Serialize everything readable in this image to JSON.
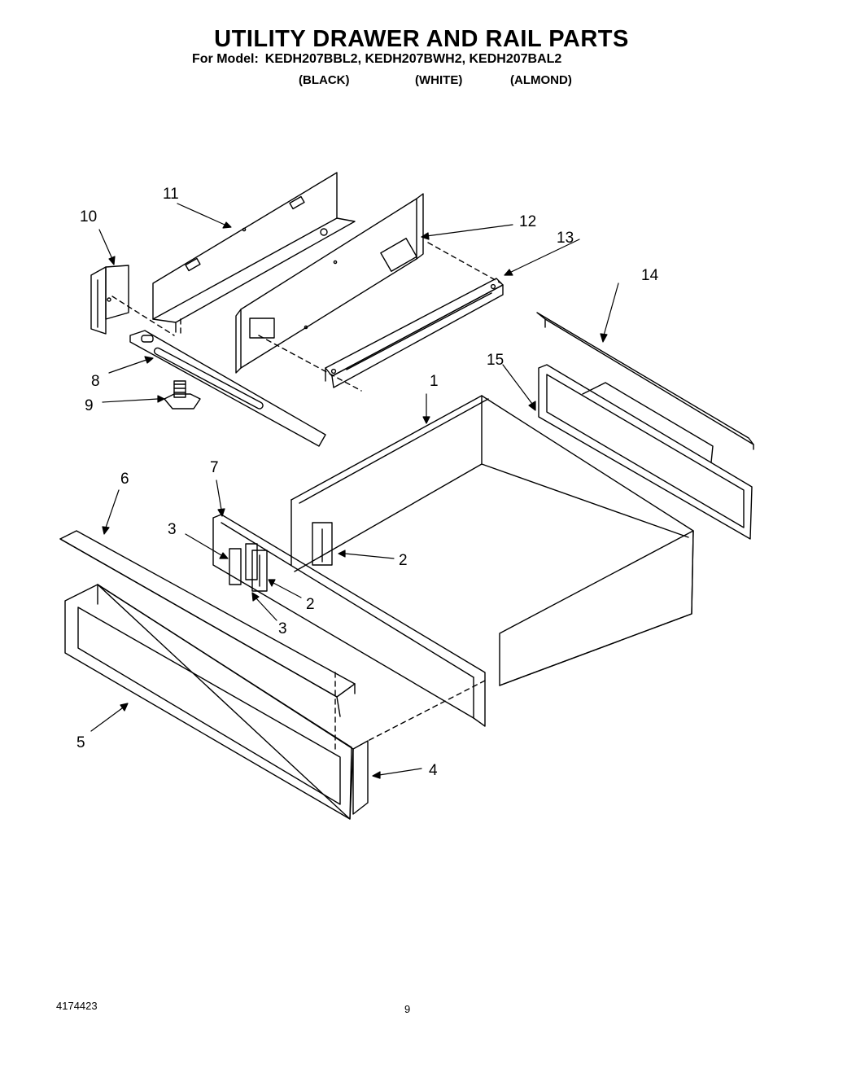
{
  "header": {
    "title": "UTILITY DRAWER AND RAIL PARTS",
    "model_prefix": "For Model:",
    "models": "KEDH207BBL2, KEDH207BWH2, KEDH207BAL2",
    "colors": [
      "(BLACK)",
      "(WHITE)",
      "(ALMOND)"
    ]
  },
  "callouts": {
    "c1": "1",
    "c2a": "2",
    "c2b": "2",
    "c3a": "3",
    "c3b": "3",
    "c4": "4",
    "c5": "5",
    "c6": "6",
    "c7": "7",
    "c8": "8",
    "c9": "9",
    "c10": "10",
    "c11": "11",
    "c12": "12",
    "c13": "13",
    "c14": "14",
    "c15": "15"
  },
  "footer": {
    "doc_number": "4174423",
    "page_number": "9"
  }
}
